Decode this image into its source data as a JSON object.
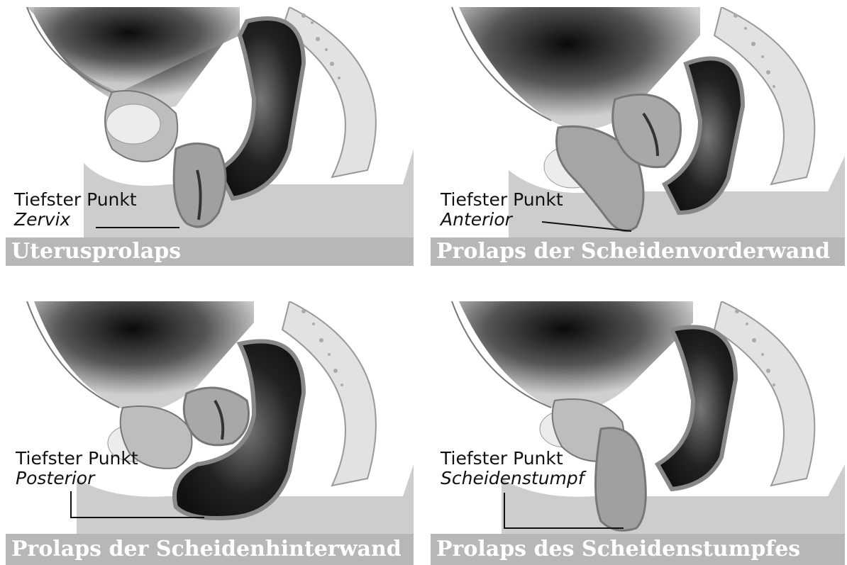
{
  "panels": [
    {
      "caption": "Uterusprolaps",
      "label_line1": "Tiefster Punkt",
      "label_line2": "Zervix"
    },
    {
      "caption": "Prolaps der Scheidenvorderwand",
      "label_line1": "Tiefster Punkt",
      "label_line2": "Anterior"
    },
    {
      "caption": "Prolaps der Scheidenhinterwand",
      "label_line1": "Tiefster Punkt",
      "label_line2": "Posterior"
    },
    {
      "caption": "Prolaps des Scheidenstumpfes",
      "label_line1": "Tiefster Punkt",
      "label_line2": "Scheidenstumpf"
    }
  ],
  "colors": {
    "background": "#ffffff",
    "caption_bar": "#b7b7b7",
    "body_gray": "#c8c8c8",
    "cavity_dark": "#1a1a1a",
    "organ_gray": "#9a9a9a",
    "bone": "#e2e2e2"
  }
}
